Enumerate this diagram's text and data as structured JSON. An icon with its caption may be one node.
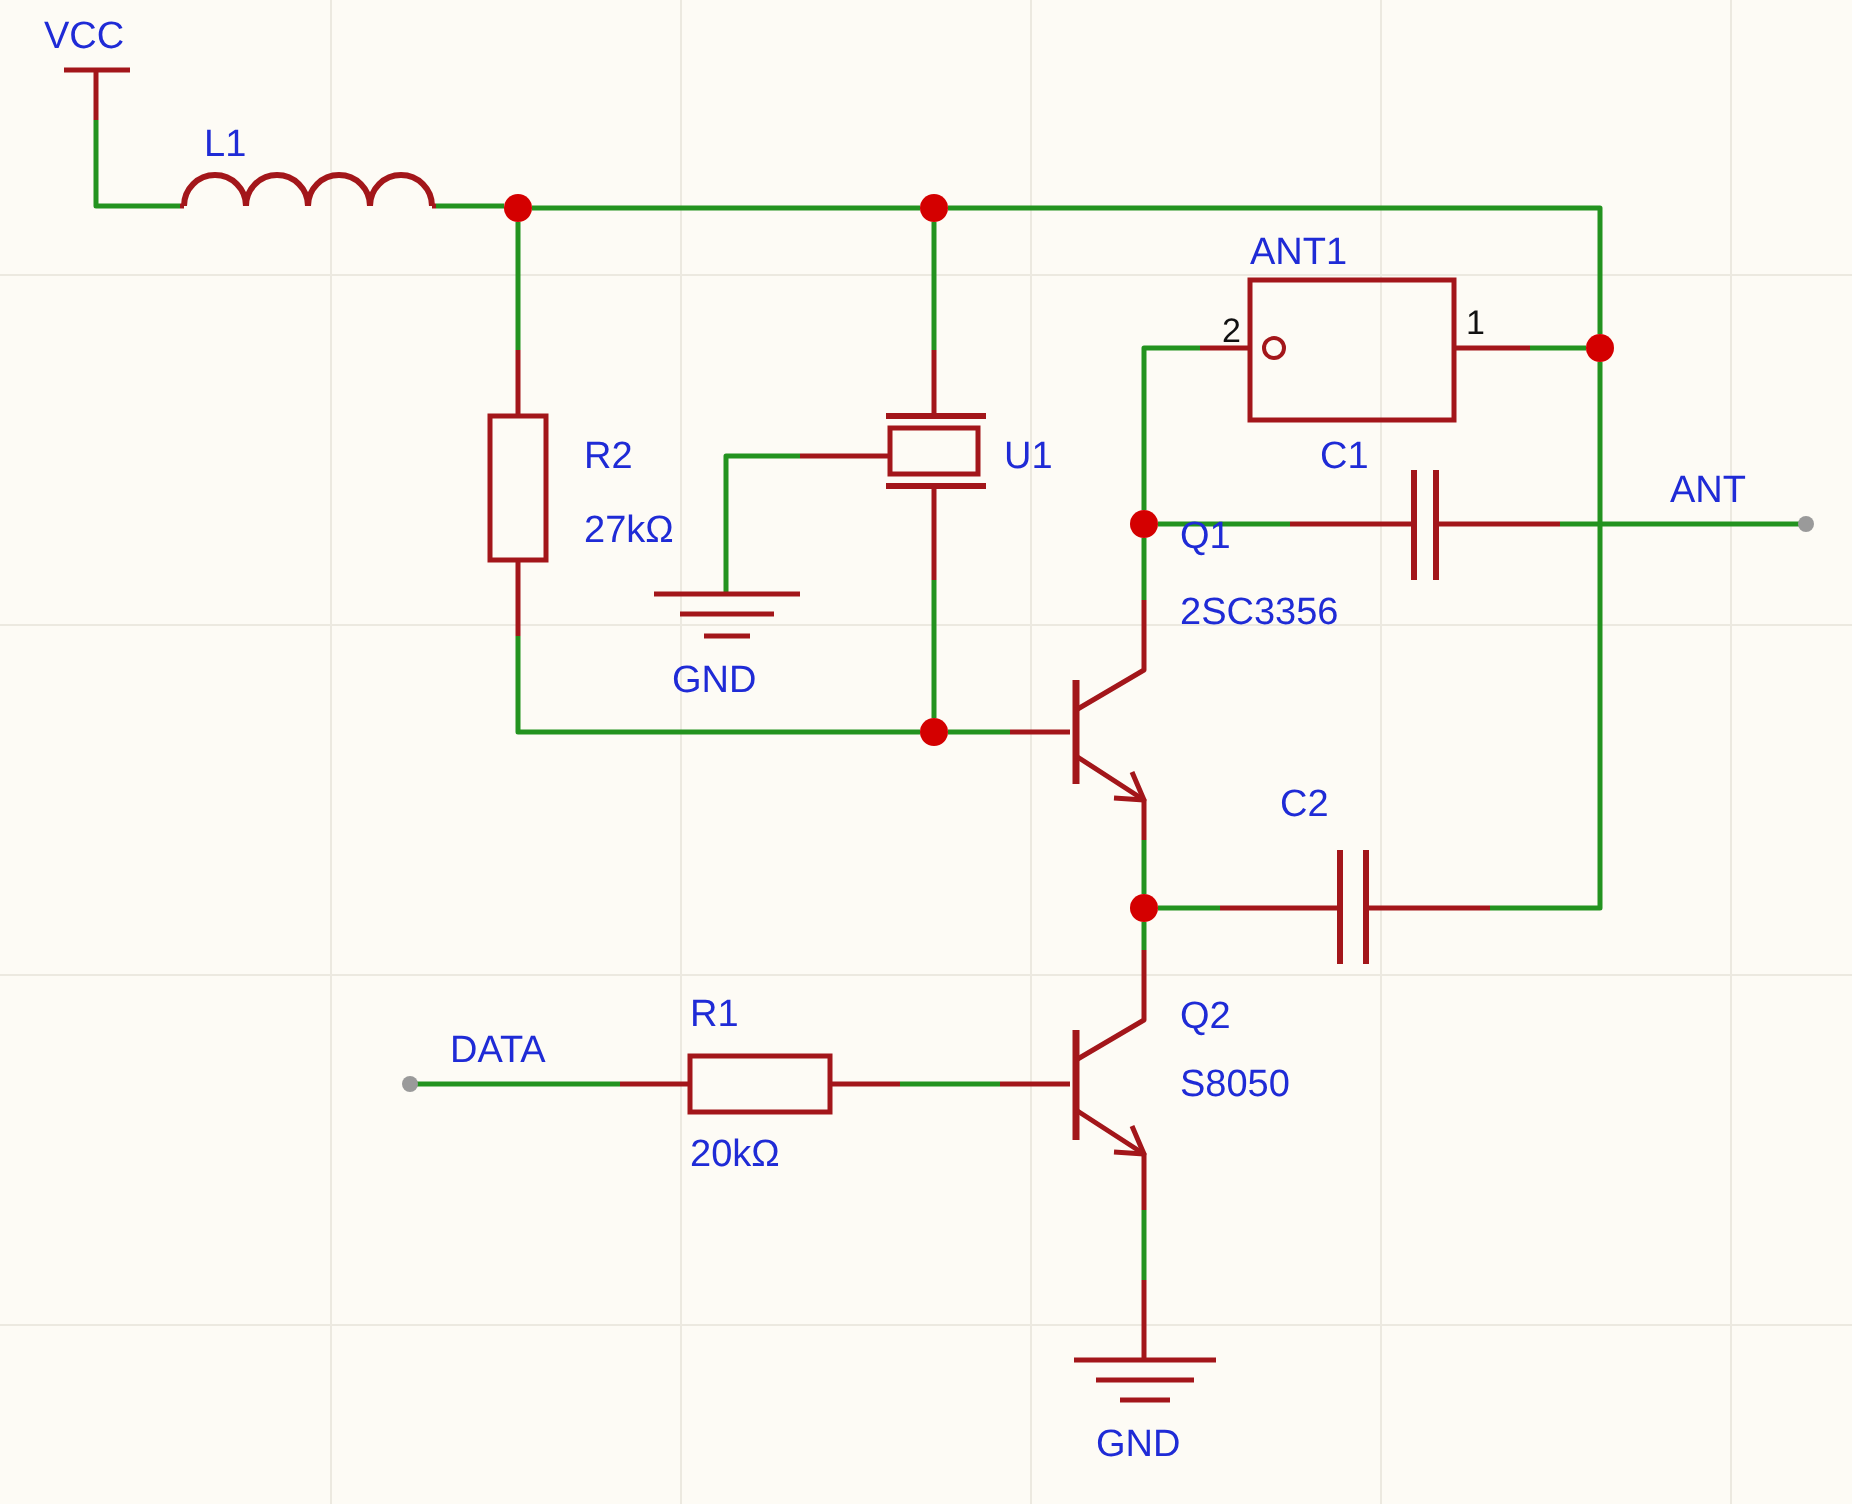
{
  "diagram": {
    "nodes": [
      {
        "text": [
          "VCC"
        ]
      },
      {
        "text": [
          "L1"
        ]
      },
      {
        "text": [],
        "shape": "circle"
      },
      {
        "text": [],
        "shape": "circle"
      },
      {
        "text": [
          "ANT1",
          "2",
          "1"
        ]
      },
      {
        "text": [],
        "shape": "circle"
      },
      {
        "text": [
          "R2",
          "27kΩ"
        ]
      },
      {
        "text": [
          "U1"
        ]
      },
      {
        "text": [],
        "shape": "circle"
      },
      {
        "text": [
          "C1"
        ]
      },
      {
        "text": [
          "ANT"
        ]
      },
      {
        "text": [
          "Q1",
          "2SC3356"
        ]
      },
      {
        "text": [
          "GND"
        ]
      },
      {
        "text": [],
        "shape": "circle"
      },
      {
        "text": [
          "C2"
        ]
      },
      {
        "text": [],
        "shape": "circle"
      },
      {
        "text": [
          "Q2",
          "S8050"
        ]
      },
      {
        "text": [
          "DATA"
        ]
      },
      {
        "text": [
          "R1",
          "20kΩ"
        ]
      },
      {
        "text": [
          "GND"
        ]
      }
    ],
    "edges": [
      {
        "from": 0,
        "to": 1,
        "arrow": "none"
      },
      {
        "from": 1,
        "to": 2,
        "arrow": "none"
      },
      {
        "from": 2,
        "to": 3,
        "arrow": "none"
      },
      {
        "from": 2,
        "to": 6,
        "arrow": "none"
      },
      {
        "from": 3,
        "to": 7,
        "arrow": "none"
      },
      {
        "from": 3,
        "to": 5,
        "arrow": "none"
      },
      {
        "from": 5,
        "to": 4,
        "arrow": "none"
      },
      {
        "from": 4,
        "to": 8,
        "arrow": "none"
      },
      {
        "from": 8,
        "to": 9,
        "arrow": "none"
      },
      {
        "from": 9,
        "to": 10,
        "arrow": "none"
      },
      {
        "from": 8,
        "to": 11,
        "arrow": "none"
      },
      {
        "from": 7,
        "to": 12,
        "arrow": "none"
      },
      {
        "from": 6,
        "to": 13,
        "arrow": "none"
      },
      {
        "from": 7,
        "to": 13,
        "arrow": "none"
      },
      {
        "from": 13,
        "to": 11,
        "arrow": "none"
      },
      {
        "from": 11,
        "to": 15,
        "arrow": "none"
      },
      {
        "from": 15,
        "to": 14,
        "arrow": "none"
      },
      {
        "from": 14,
        "to": 5,
        "arrow": "none"
      },
      {
        "from": 15,
        "to": 16,
        "arrow": "none"
      },
      {
        "from": 17,
        "to": 18,
        "arrow": "none"
      },
      {
        "from": 18,
        "to": 16,
        "arrow": "none"
      },
      {
        "from": 16,
        "to": 19,
        "arrow": "none"
      }
    ]
  }
}
